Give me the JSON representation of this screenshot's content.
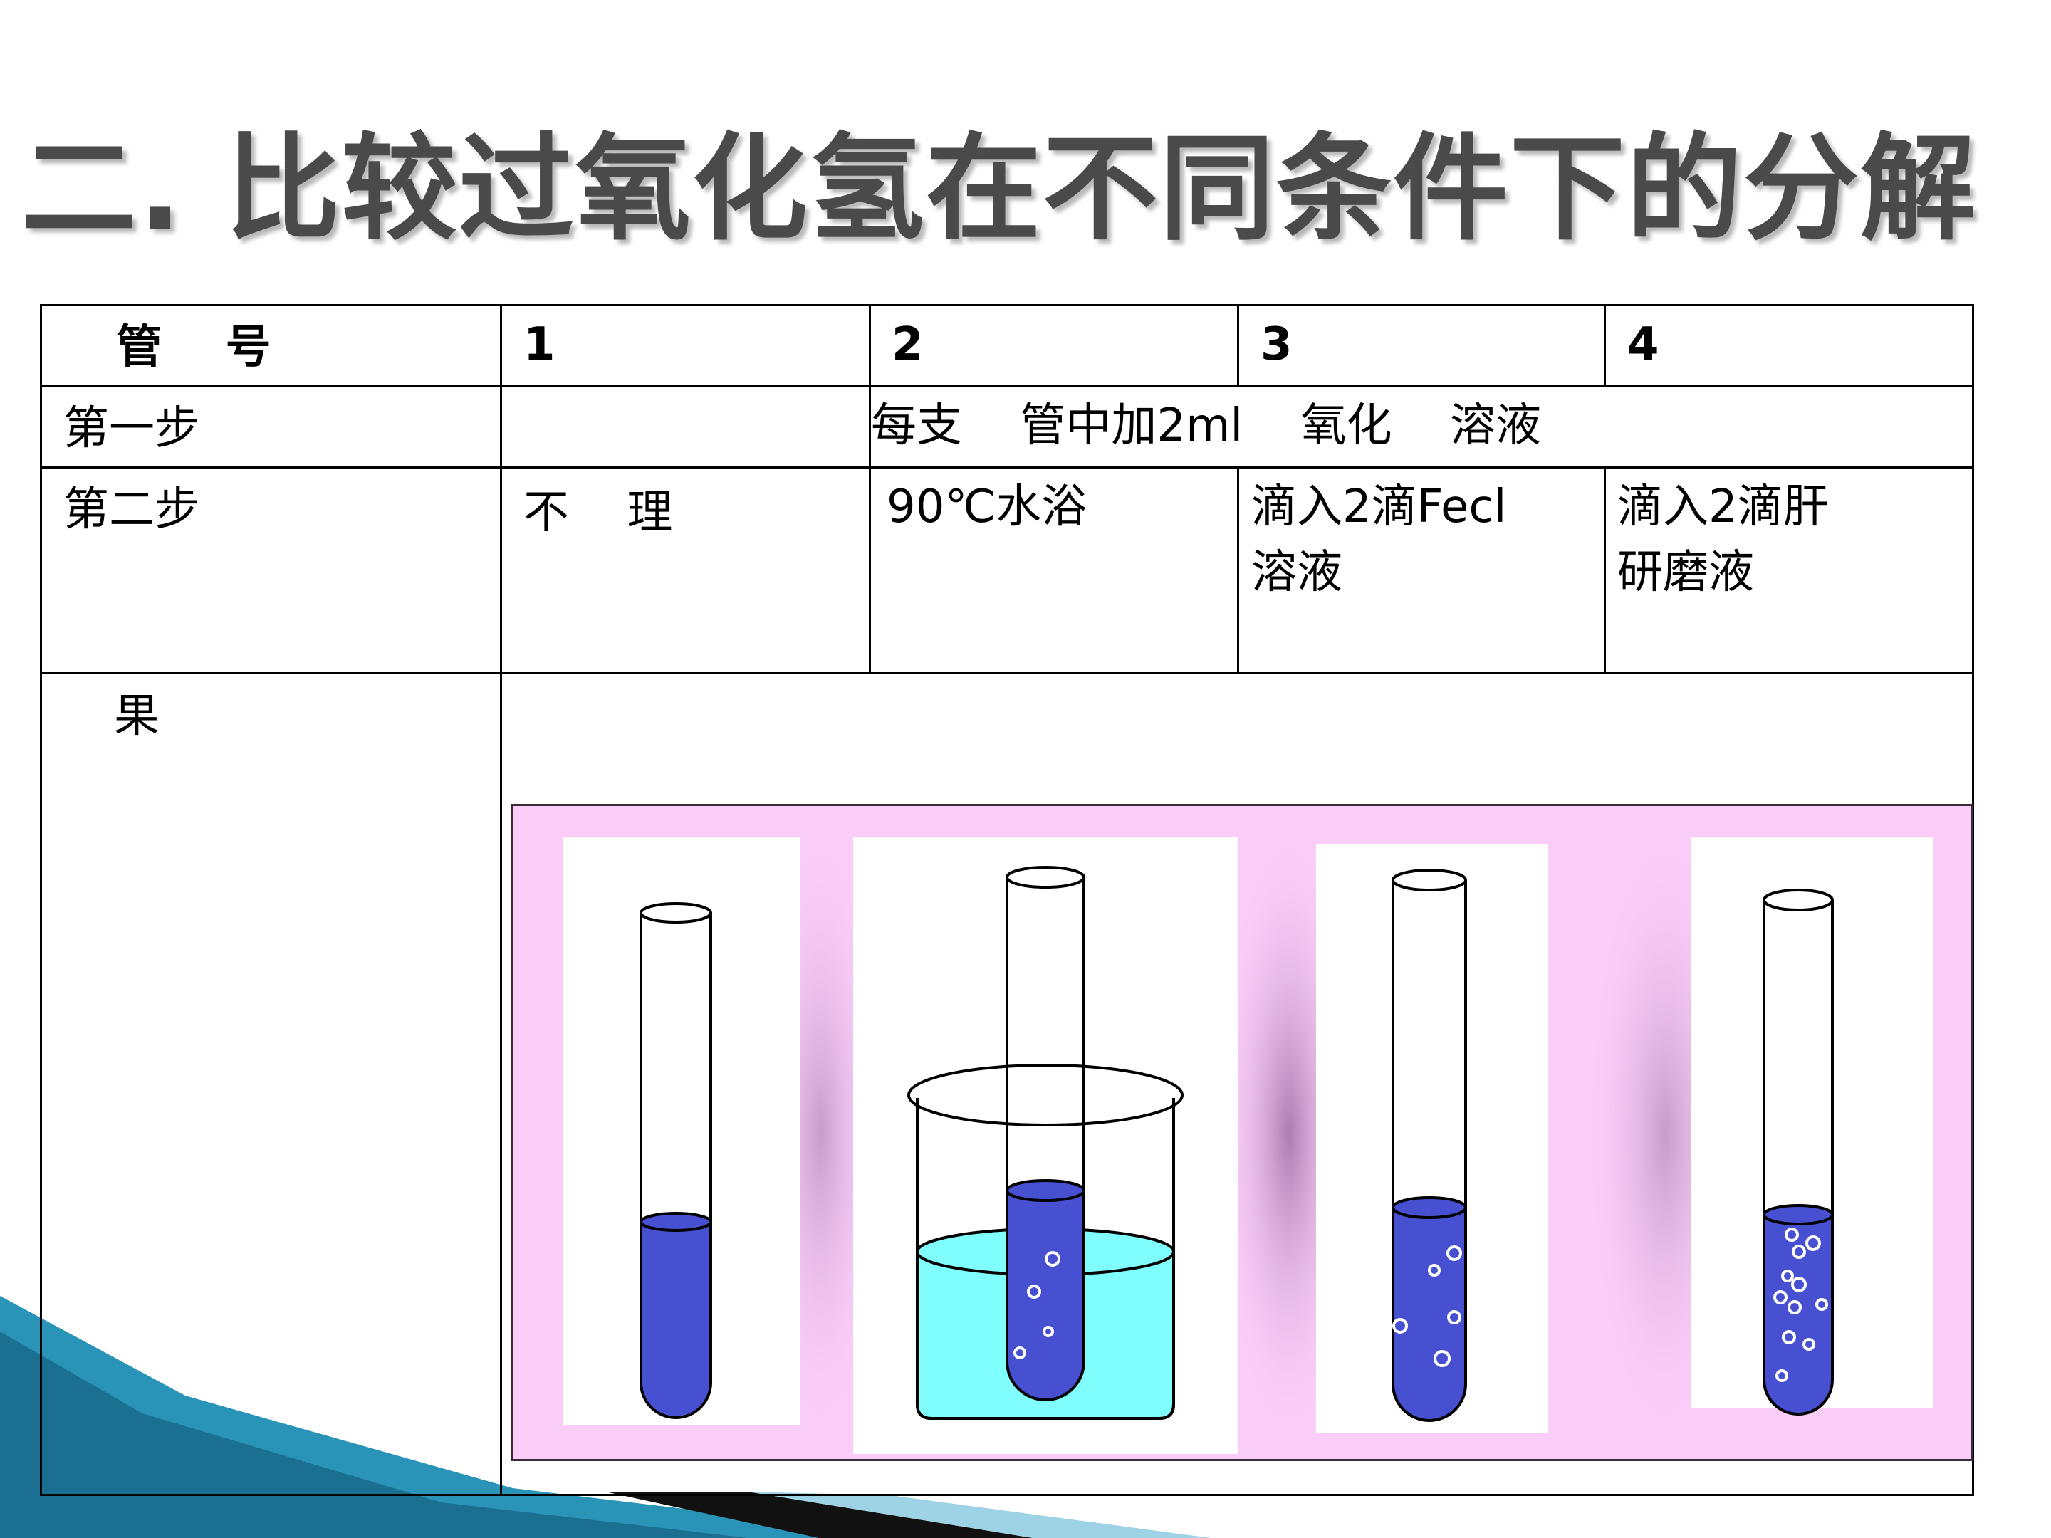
{
  "title": "二. 比较过氧化氢在不同条件下的分解",
  "table": {
    "header": {
      "label": "  管    号",
      "tubes": [
        "1",
        "2",
        "3",
        "4"
      ]
    },
    "step1": {
      "label": "第一步",
      "content": "每支    管中加2ml    氧化    溶液"
    },
    "step2": {
      "label": "第二步",
      "cells": [
        "不    理",
        "90℃水浴",
        "滴入2滴Fecl\n溶液",
        "滴入2滴肝\n研磨液"
      ]
    },
    "result": {
      "label": "  果"
    }
  },
  "illustration": {
    "liquid_color": "#4650d0",
    "water_color": "#80fefe",
    "background_color": "#f9cdf7",
    "panel_color": "#ffffff"
  }
}
